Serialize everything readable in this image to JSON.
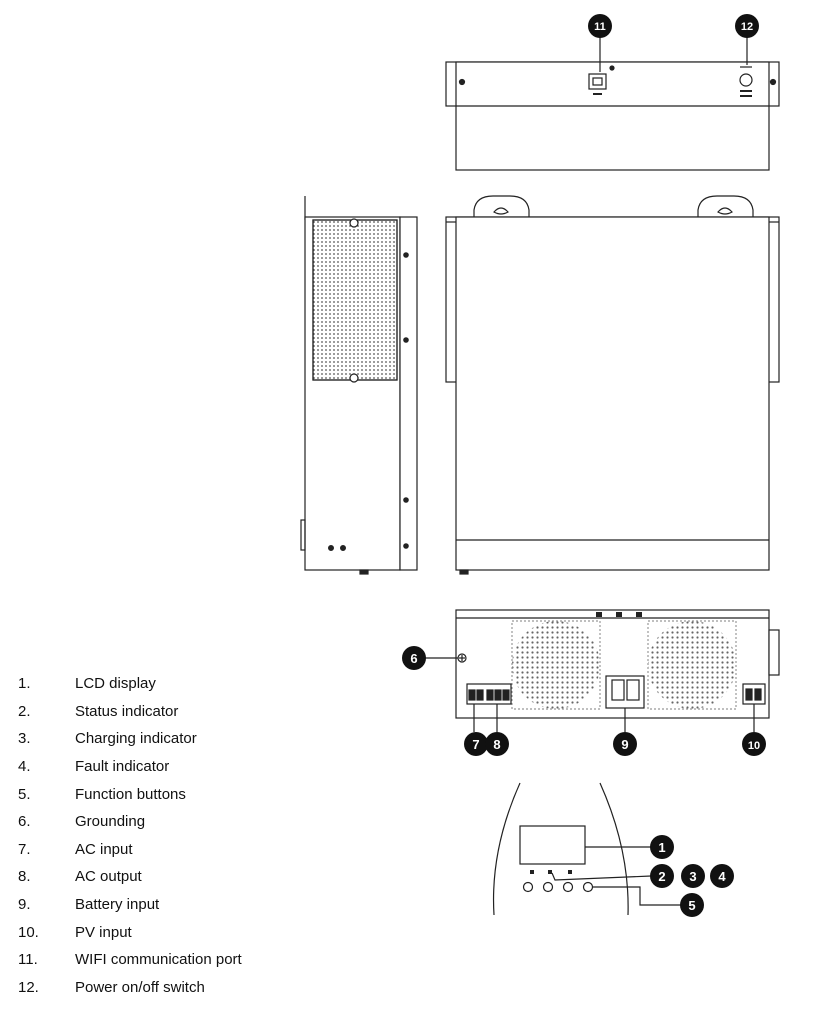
{
  "callouts": [
    "1",
    "2",
    "3",
    "4",
    "5",
    "6",
    "7",
    "8",
    "9",
    "10",
    "11",
    "12"
  ],
  "legend": [
    {
      "num": "1.",
      "label": "LCD display"
    },
    {
      "num": "2.",
      "label": "Status indicator"
    },
    {
      "num": "3.",
      "label": "Charging indicator"
    },
    {
      "num": "4.",
      "label": "Fault indicator"
    },
    {
      "num": "5.",
      "label": "Function buttons"
    },
    {
      "num": "6.",
      "label": "Grounding"
    },
    {
      "num": "7.",
      "label": "AC input"
    },
    {
      "num": "8.",
      "label": "AC output"
    },
    {
      "num": "9.",
      "label": "Battery input"
    },
    {
      "num": "10.",
      "label": "PV input"
    },
    {
      "num": "11.",
      "label": "WIFI communication port"
    },
    {
      "num": "12.",
      "label": "Power on/off switch"
    }
  ],
  "colors": {
    "line": "#222222",
    "callout_fill": "#111111",
    "mesh": "#555555"
  }
}
